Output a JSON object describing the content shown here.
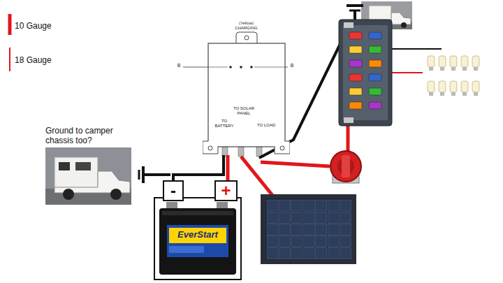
{
  "diagram": {
    "nodes": [
      {
        "text": [
          "(Yellow) CHARGING",
          "TO BATTERY",
          "TO SOLAR PANEL",
          "TO LOAD"
        ]
      },
      {
        "text": [
          "-"
        ]
      },
      {
        "text": [
          "+"
        ]
      }
    ],
    "edges": [
      {
        "from": 0,
        "to": 1,
        "arrow": "none"
      },
      {
        "from": 0,
        "to": 2,
        "arrow": "none"
      }
    ],
    "labels": [
      "Ground to camper chassis too?",
      "B",
      "B",
      "EverStart"
    ],
    "legend": [
      {
        "text": "10 Gauge"
      },
      {
        "text": "18 Gauge"
      }
    ]
  }
}
